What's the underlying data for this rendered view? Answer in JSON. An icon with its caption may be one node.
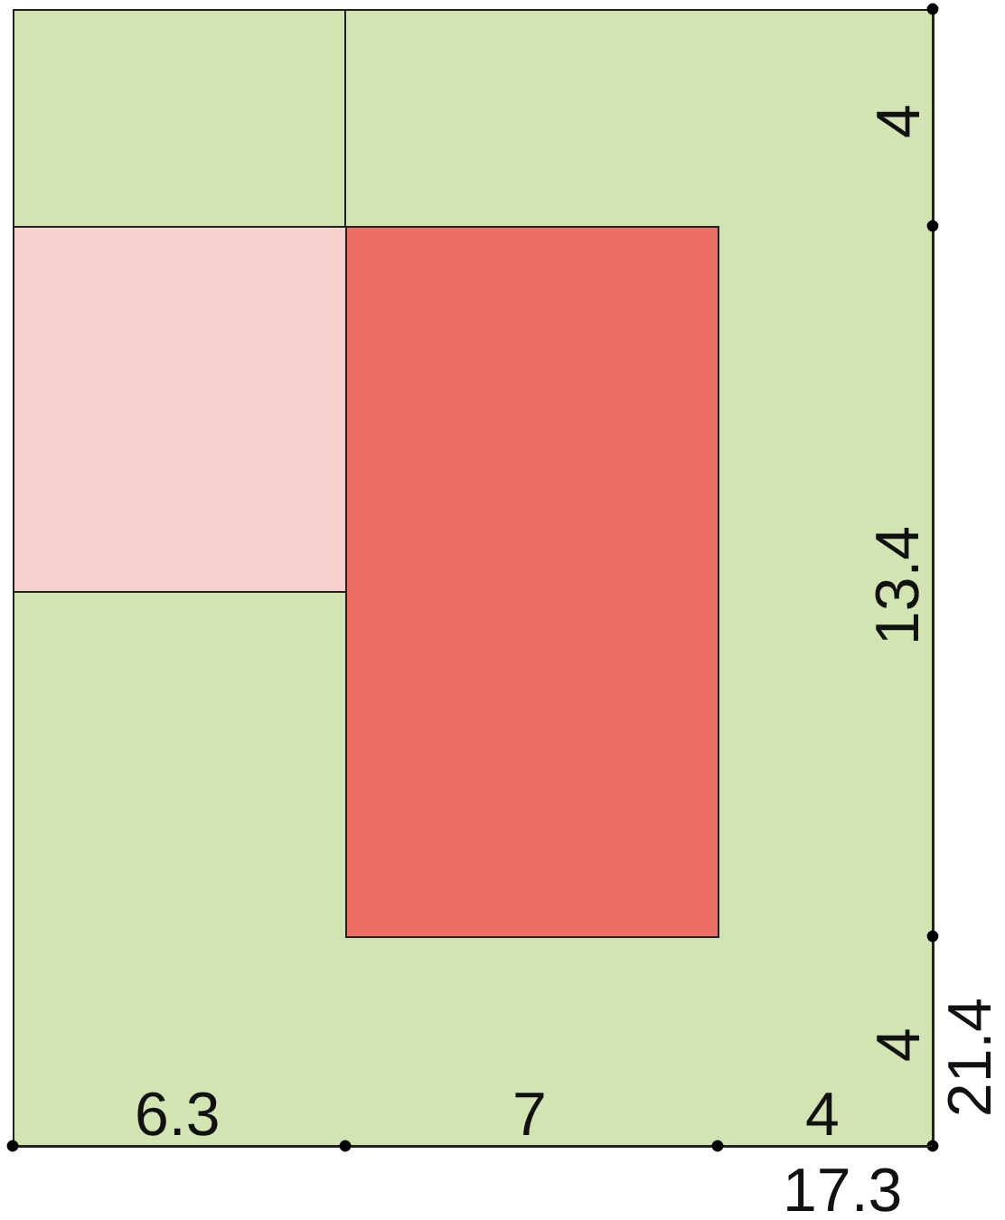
{
  "diagram": {
    "nodes": [
      {
        "text": [],
        "shape": "box"
      },
      {
        "text": [],
        "shape": "box",
        "in": 0
      },
      {
        "text": [],
        "shape": "box",
        "in": 0
      }
    ],
    "labels": [
      "4",
      "13.4",
      "4",
      "21.4",
      "6.3",
      "7",
      "4",
      "17.3"
    ]
  }
}
